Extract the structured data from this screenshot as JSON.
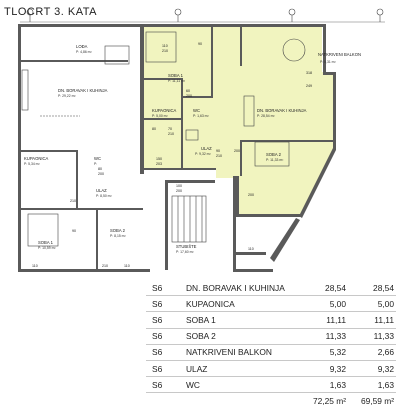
{
  "title": "TLOCRT 3. KATA",
  "rooms": {
    "lodja": {
      "name": "LOĐA",
      "area": "P: 4,86 m²"
    },
    "dnev_left": {
      "name": "DN. BORAVAK I KUHINJA",
      "area": "P: 29,22 m²"
    },
    "kup_left": {
      "name": "KUPAONICA",
      "area": "P: 5,34 m²"
    },
    "wc_left": {
      "name": "WC",
      "area": "P:"
    },
    "ulaz_left": {
      "name": "ULAZ",
      "area": "P: 8,50 m²"
    },
    "soba1_left": {
      "name": "SOBA 1",
      "area": "P: 10,59 m²"
    },
    "soba2_left": {
      "name": "SOBA 2",
      "area": "P: 8,15 m²"
    },
    "soba1_right": {
      "name": "SOBA 1",
      "area": "P: 11,11 m²"
    },
    "kup_right": {
      "name": "KUPAONICA",
      "area": "P: 5,00 m²"
    },
    "wc_right": {
      "name": "WC",
      "area": "P: 1,63 m²"
    },
    "ulaz_right": {
      "name": "ULAZ",
      "area": "P: 9,32 m²"
    },
    "dnev_right": {
      "name": "DN. BORAVAK I KUHINJA",
      "area": "P: 28,54 m²"
    },
    "soba2_right": {
      "name": "SOBA 2",
      "area": "P: 11,33 m²"
    },
    "balkon": {
      "name": "NATKRIVENI BALKON",
      "area": "P: 5,31 m²"
    },
    "stub": {
      "name": "STUBIŠTE",
      "area": "P: 17,60 m²"
    }
  },
  "dims": [
    "110",
    "210",
    "60",
    "200",
    "80",
    "70",
    "210",
    "90",
    "210",
    "200",
    "100",
    "200",
    "150",
    "203",
    "249",
    "318",
    "110",
    "210",
    "210",
    "110",
    "200",
    "110",
    "80",
    "200",
    "90",
    "90"
  ],
  "table": {
    "rows": [
      {
        "code": "S6",
        "name": "DN. BORAVAK I KUHINJA",
        "a": "28,54",
        "b": "28,54"
      },
      {
        "code": "S6",
        "name": "KUPAONICA",
        "a": "5,00",
        "b": "5,00"
      },
      {
        "code": "S6",
        "name": "SOBA 1",
        "a": "11,11",
        "b": "11,11"
      },
      {
        "code": "S6",
        "name": "SOBA 2",
        "a": "11,33",
        "b": "11,33"
      },
      {
        "code": "S6",
        "name": "NATKRIVENI BALKON",
        "a": "5,32",
        "b": "2,66"
      },
      {
        "code": "S6",
        "name": "ULAZ",
        "a": "9,32",
        "b": "9,32"
      },
      {
        "code": "S6",
        "name": "WC",
        "a": "1,63",
        "b": "1,63"
      }
    ],
    "total_a": "72,25 m²",
    "total_b": "69,59 m²"
  },
  "colors": {
    "highlight": "#f1f4bf",
    "wall": "#5a5a5a",
    "line": "#444444"
  }
}
